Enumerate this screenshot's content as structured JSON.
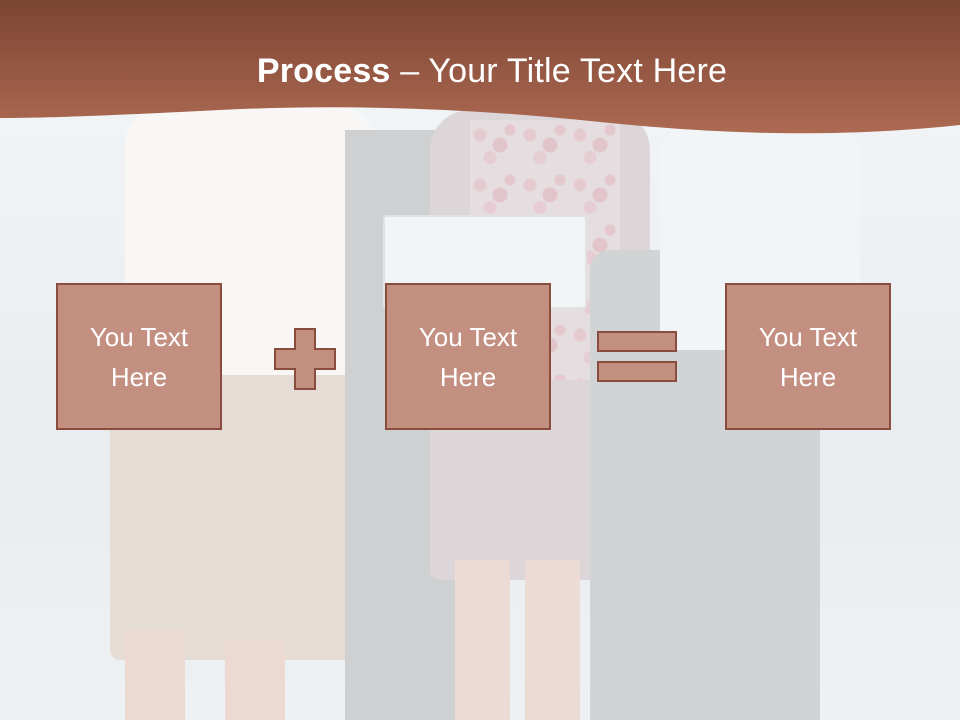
{
  "slide": {
    "title_bold": "Process",
    "title_rest": " – Your Title Text Here",
    "boxes": [
      {
        "label": "You Text\nHere"
      },
      {
        "label": "You Text\nHere"
      },
      {
        "label": "You Text\nHere"
      }
    ],
    "operators": [
      "plus-icon",
      "equals-icon"
    ]
  },
  "colors": {
    "header_dark": "#7b4433",
    "header_light": "#ad6a52",
    "box_fill": "#c38f80",
    "box_border": "#8a4d3d",
    "text": "#ffffff"
  }
}
